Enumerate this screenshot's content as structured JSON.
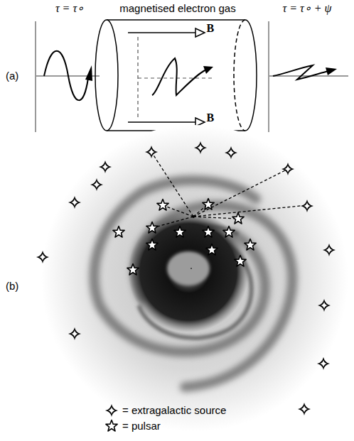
{
  "diagram": {
    "labels": [
      "magnetised electron gas",
      "τ = τ∘",
      "τ = τ∘ + ψ",
      "B⃗",
      "B⃗",
      "(a)",
      "(b)"
    ],
    "legend": [
      {
        "text": "= extragalactic source"
      },
      {
        "text": "= pulsar"
      }
    ]
  }
}
